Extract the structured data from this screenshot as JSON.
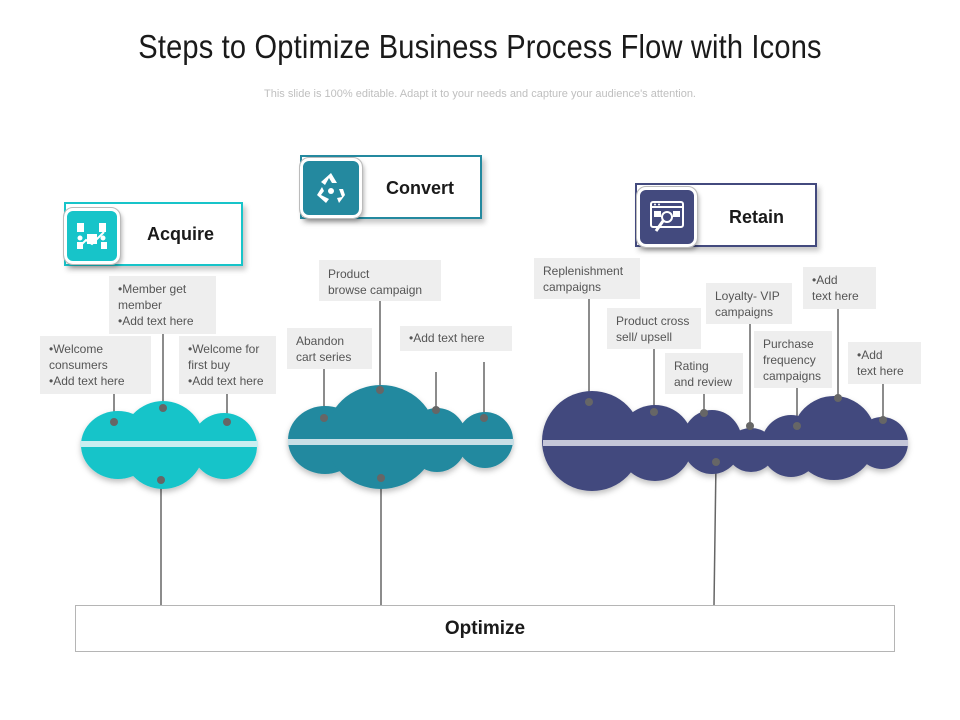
{
  "header": {
    "title": "Steps to Optimize Business Process Flow with Icons",
    "subtitle": "This slide is 100% editable. Adapt it to your needs and capture your audience's attention."
  },
  "stages": [
    {
      "label": "Acquire",
      "icon": "analytics-icon",
      "color": "#17c4c9"
    },
    {
      "label": "Convert",
      "icon": "recycle-icon",
      "color": "#24899f"
    },
    {
      "label": "Retain",
      "icon": "search-icon",
      "color": "#434a7e"
    }
  ],
  "notes": {
    "member_get": "•Member get\nmember\n•Add text here",
    "welcome_consumers": "•Welcome\nconsumers\n•Add text here",
    "welcome_first_buy": "•Welcome for\nfirst buy\n•Add text here",
    "product_browse": "Product\nbrowse campaign",
    "abandon_cart": "Abandon\ncart series",
    "convert_add_text": "•Add text here",
    "replenishment": "Replenishment\ncampaigns",
    "cross_sell": "Product cross\nsell/ upsell",
    "rating_review": "Rating\nand review",
    "loyalty_vip": "Loyalty- VIP\ncampaigns",
    "purchase_frequency": "Purchase\nfrequency\ncampaigns",
    "retain_add_text_1": "•Add\ntext here",
    "retain_add_text_2": "•Add\ntext here"
  },
  "footer": {
    "optimize_label": "Optimize"
  }
}
